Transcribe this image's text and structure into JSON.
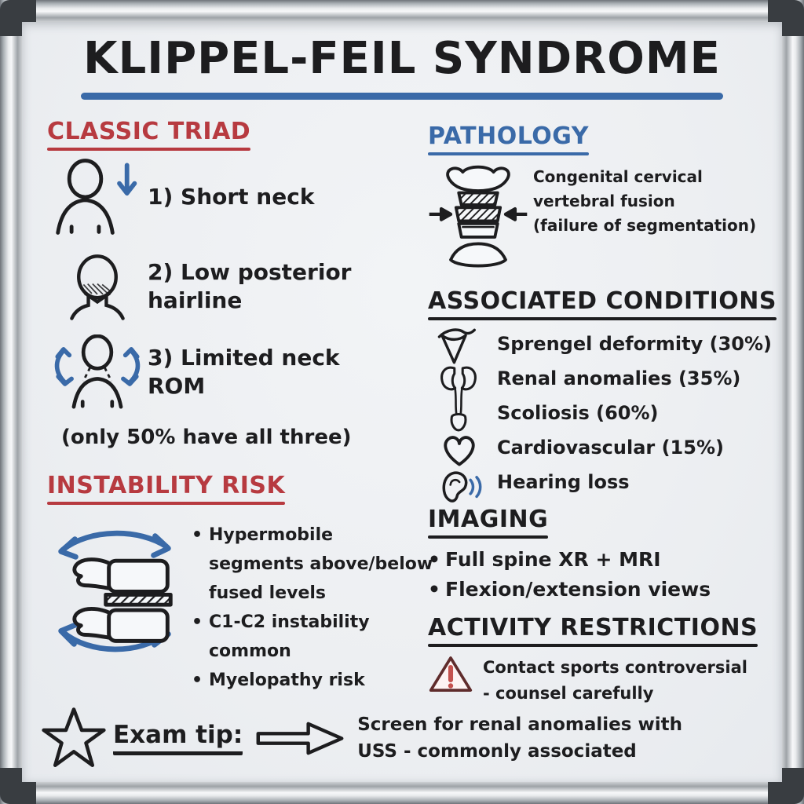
{
  "title": "KLIPPEL-FEIL SYNDROME",
  "colors": {
    "ink": "#1d1d1f",
    "red": "#b73a40",
    "blue": "#3a6aa8",
    "board": "#edeff2",
    "warning-red": "#c4524e"
  },
  "classic_triad": {
    "heading": "CLASSIC TRIAD",
    "items": [
      {
        "icon": "short-neck-person-icon",
        "text": "1) Short neck"
      },
      {
        "icon": "low-posterior-hairline-icon",
        "text": "2) Low posterior\nhairline"
      },
      {
        "icon": "limited-neck-rom-icon",
        "text": "3) Limited neck\nROM"
      }
    ],
    "note": "(only 50% have all three)"
  },
  "pathology": {
    "heading": "PATHOLOGY",
    "icon": "fused-cervical-spine-icon",
    "text": "Congenital cervical\nvertebral fusion\n(failure of segmentation)"
  },
  "associated_conditions": {
    "heading": "ASSOCIATED CONDITIONS",
    "items": [
      {
        "icon": "scapula-icon",
        "text": "Sprengel deformity (30%)"
      },
      {
        "icon": "kidneys-icon",
        "text": "Renal anomalies (35%)"
      },
      {
        "icon": "kidneys-icon",
        "text": "Scoliosis (60%)"
      },
      {
        "icon": "heart-icon",
        "text": "Cardiovascular (15%)"
      },
      {
        "icon": "ear-icon",
        "text": "Hearing loss"
      }
    ]
  },
  "instability_risk": {
    "heading": "INSTABILITY RISK",
    "icon": "hypermobile-vertebrae-icon",
    "bullets": [
      "Hypermobile\nsegments above/below\nfused levels",
      "C1-C2 instability\ncommon",
      "Myelopathy risk"
    ]
  },
  "imaging": {
    "heading": "IMAGING",
    "bullets": [
      "Full spine XR + MRI",
      "Flexion/extension views"
    ]
  },
  "activity_restrictions": {
    "heading": "ACTIVITY RESTRICTIONS",
    "icon": "warning-triangle-icon",
    "text": "Contact sports controversial\n- counsel carefully"
  },
  "exam_tip": {
    "icon": "star-icon",
    "label": "Exam tip:",
    "arrow_icon": "block-arrow-icon",
    "text": "Screen for renal anomalies with\nUSS - commonly associated"
  }
}
